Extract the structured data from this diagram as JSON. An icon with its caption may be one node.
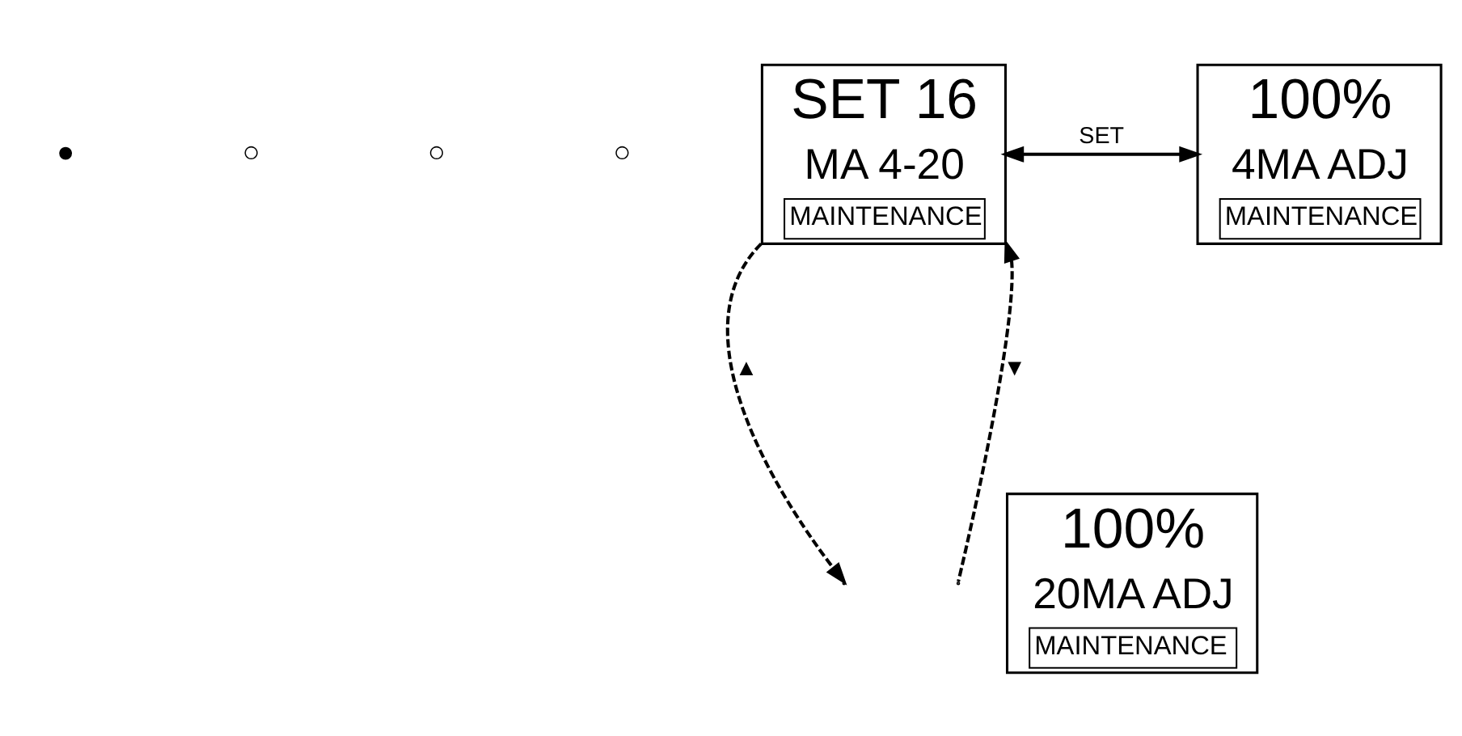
{
  "diagram": {
    "nodes": [
      {
        "text": [
          "SET 16",
          "MA 4-20",
          "MAINTENANCE"
        ]
      },
      {
        "text": [
          "100%",
          "4MA ADJ",
          "MAINTENANCE"
        ]
      },
      {
        "text": [
          "100%",
          "20MA ADJ",
          "MAINTENANCE"
        ]
      }
    ],
    "edges": [
      {
        "from": 0,
        "to": 1,
        "arrow": "both",
        "label": "SET"
      },
      {
        "from": 0,
        "to": null,
        "arrow": "to",
        "style": "dashed",
        "label": "▲"
      },
      {
        "from": null,
        "to": 0,
        "arrow": "to",
        "style": "dashed",
        "label": "▼"
      }
    ],
    "labels": [
      "●",
      "○",
      "○",
      "○"
    ]
  }
}
